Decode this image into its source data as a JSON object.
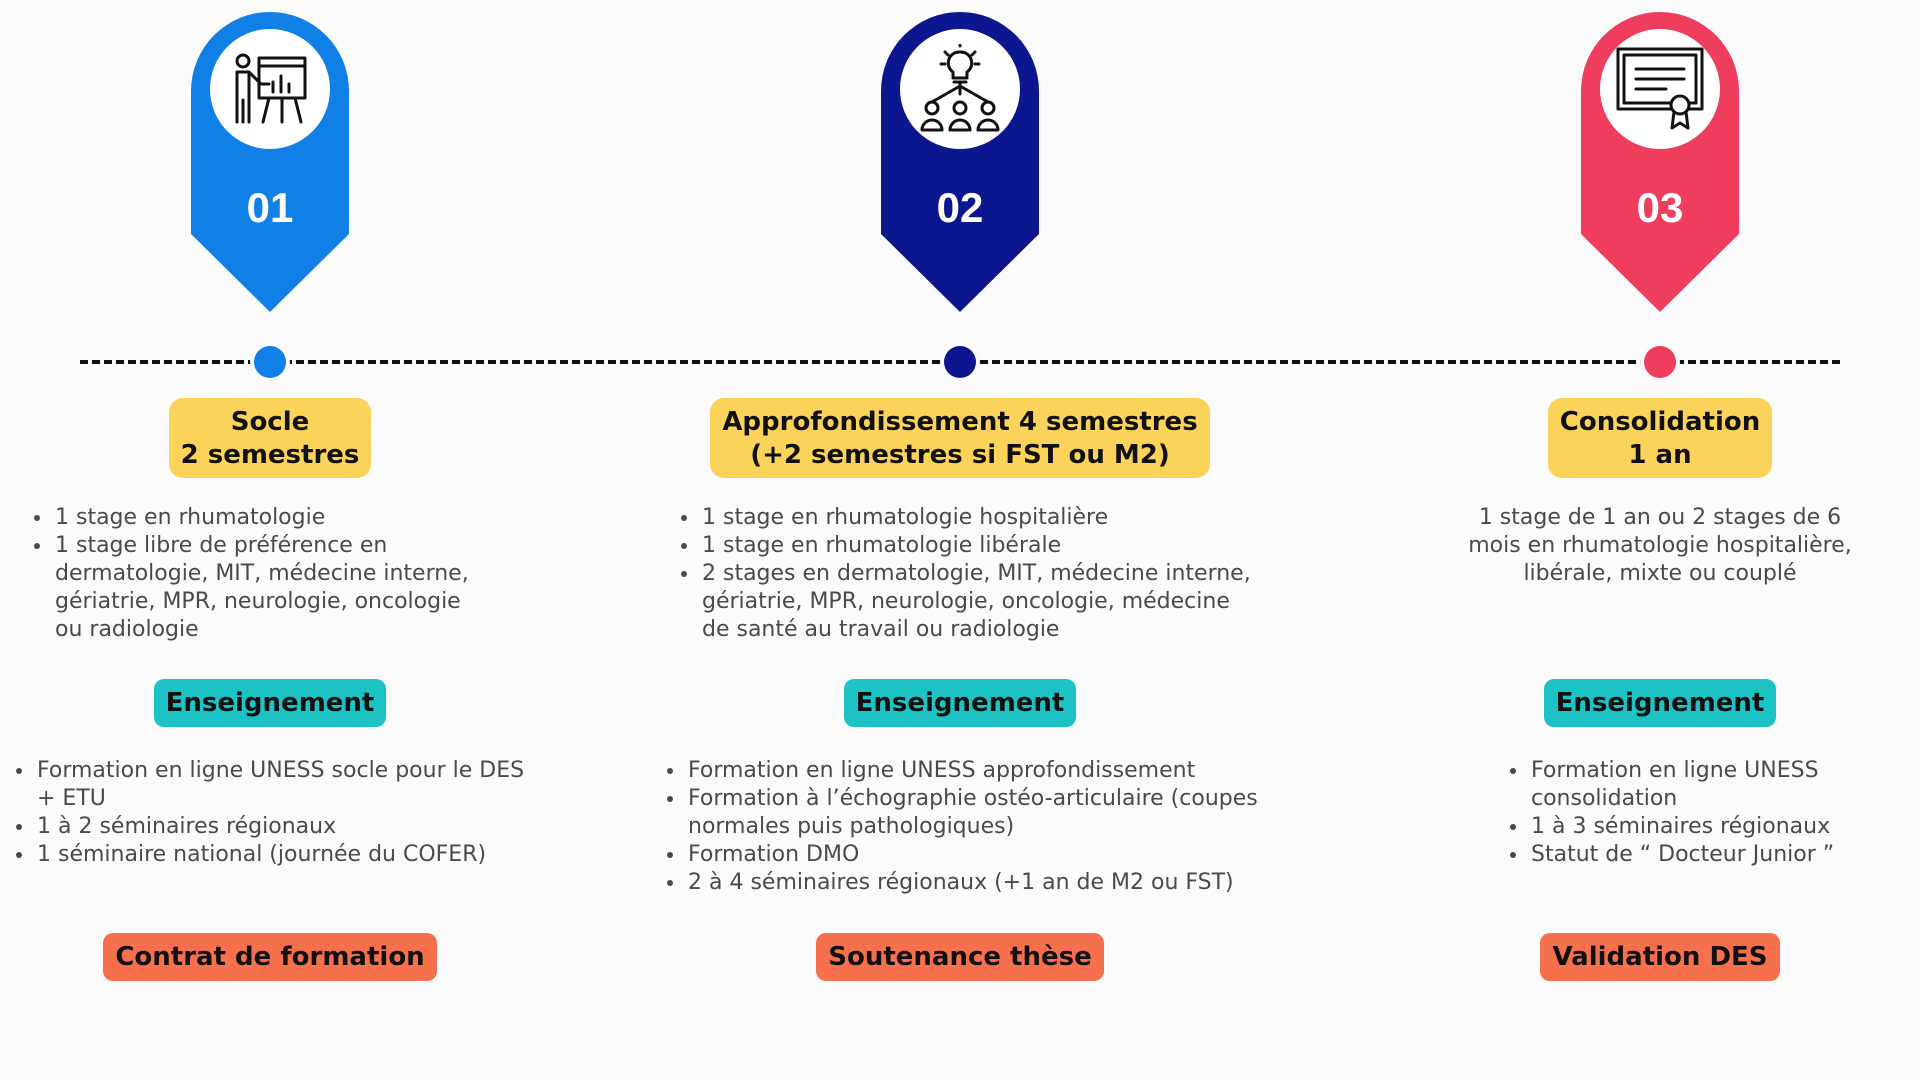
{
  "colors": {
    "phase1": "#1080e6",
    "phase2": "#0c178f",
    "phase3": "#ef3d5e",
    "title_pill": "#fbd35a",
    "enseignement_pill": "#1cc2c4",
    "outcome_pill": "#f7704d"
  },
  "phases": [
    {
      "number": "01",
      "icon": "presentation-board-icon",
      "title_line1": "Socle",
      "title_line2": "2 semestres",
      "stages": [
        "1 stage en rhumatologie",
        "1 stage libre de préférence en dermatologie, MIT, médecine interne, gériatrie, MPR, neurologie, oncologie ou radiologie"
      ],
      "enseignement_label": "Enseignement",
      "enseignement": [
        "Formation en ligne UNESS socle pour le DES + ETU",
        "1 à 2 séminaires régionaux",
        "1 séminaire national (journée du COFER)"
      ],
      "outcome": "Contrat de formation"
    },
    {
      "number": "02",
      "icon": "lightbulb-team-icon",
      "title_line1": "Approfondissement 4 semestres",
      "title_line2": "(+2 semestres si FST ou M2)",
      "stages": [
        "1 stage en rhumatologie hospitalière",
        "1 stage en rhumatologie libérale",
        "2 stages en dermatologie, MIT, médecine interne, gériatrie, MPR, neurologie, oncologie, médecine de santé au travail ou radiologie"
      ],
      "enseignement_label": "Enseignement",
      "enseignement": [
        "Formation en ligne UNESS approfondissement",
        "Formation à l’échographie ostéo-articulaire (coupes normales puis pathologiques)",
        "Formation DMO",
        "2 à 4 séminaires régionaux (+1 an de M2 ou FST)"
      ],
      "outcome": "Soutenance thèse"
    },
    {
      "number": "03",
      "icon": "certificate-icon",
      "title_line1": "Consolidation",
      "title_line2": "1 an",
      "stage_text": "1 stage de 1 an ou 2 stages de 6 mois en rhumatologie hospitalière, libérale, mixte ou couplé",
      "enseignement_label": "Enseignement",
      "enseignement": [
        "Formation en ligne UNESS consolidation",
        "1 à 3 séminaires régionaux",
        "Statut de “ Docteur Junior ”"
      ],
      "outcome": "Validation DES"
    }
  ]
}
